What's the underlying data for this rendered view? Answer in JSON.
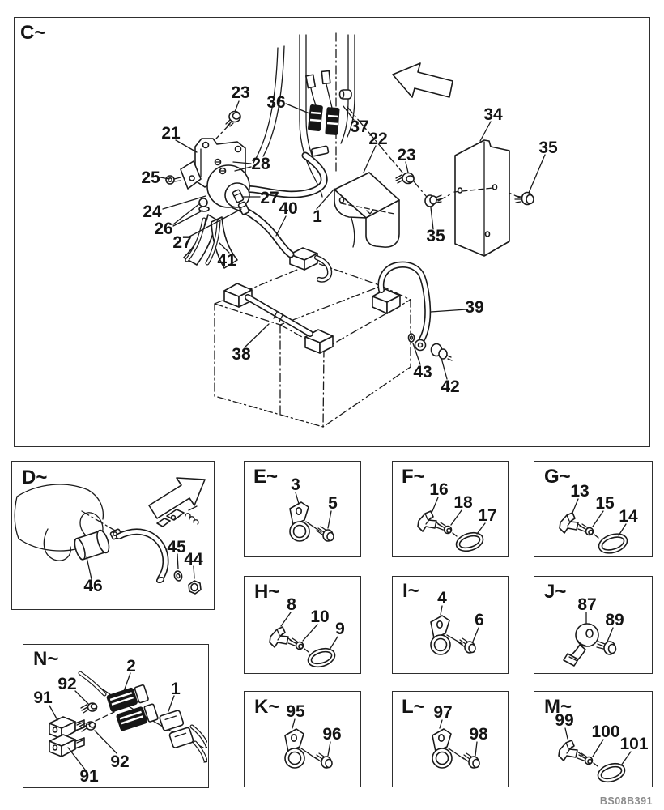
{
  "figure_code": "BS08B391",
  "colors": {
    "line": "#1a1a1a",
    "background": "#ffffff",
    "code_text": "#8b8b8b"
  },
  "panels": {
    "c": {
      "label": "C~",
      "icon": "direction-arrow-icon",
      "callouts": [
        "23",
        "36",
        "37",
        "22",
        "23",
        "34",
        "35",
        "35",
        "21",
        "25",
        "28",
        "24",
        "26",
        "27",
        "40",
        "1",
        "27",
        "41",
        "38",
        "39",
        "43",
        "42"
      ]
    },
    "d": {
      "label": "D~",
      "icon": "direction-arrow-icon",
      "callouts": [
        "45",
        "44",
        "46"
      ]
    },
    "e": {
      "label": "E~",
      "callouts": [
        "3",
        "5"
      ]
    },
    "f": {
      "label": "F~",
      "callouts": [
        "16",
        "18",
        "17"
      ]
    },
    "g": {
      "label": "G~",
      "callouts": [
        "13",
        "15",
        "14"
      ]
    },
    "h": {
      "label": "H~",
      "callouts": [
        "8",
        "10",
        "9"
      ]
    },
    "i": {
      "label": "I~",
      "callouts": [
        "4",
        "6"
      ]
    },
    "j": {
      "label": "J~",
      "callouts": [
        "87",
        "89"
      ]
    },
    "k": {
      "label": "K~",
      "callouts": [
        "95",
        "96"
      ]
    },
    "l": {
      "label": "L~",
      "callouts": [
        "97",
        "98"
      ]
    },
    "m": {
      "label": "M~",
      "callouts": [
        "99",
        "100",
        "101"
      ]
    },
    "n": {
      "label": "N~",
      "callouts": [
        "92",
        "91",
        "2",
        "1",
        "92",
        "91"
      ]
    }
  }
}
